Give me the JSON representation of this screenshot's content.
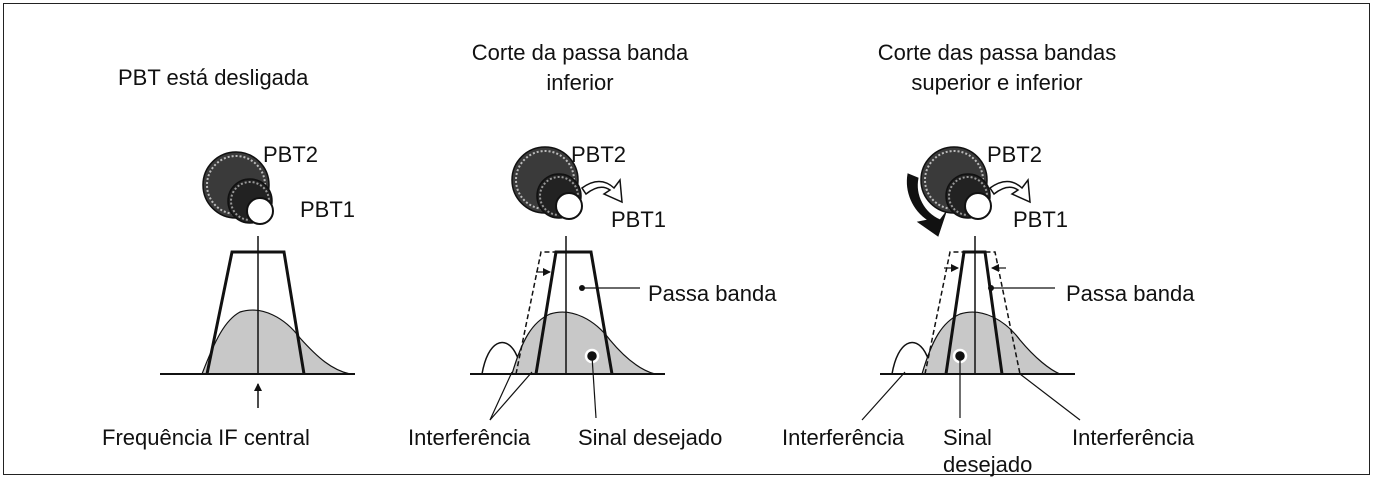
{
  "panels": [
    {
      "title_line1": "PBT está desligada",
      "title_line2": "",
      "knob_label_pbt2": "PBT2",
      "knob_label_pbt1": "PBT1",
      "bottom_label_center_freq": "Frequência IF central"
    },
    {
      "title_line1": "Corte da passa banda",
      "title_line2": "inferior",
      "knob_label_pbt2": "PBT2",
      "knob_label_pbt1": "PBT1",
      "passband_label": "Passa banda",
      "bottom_label_interference": "Interferência",
      "bottom_label_desired": "Sinal desejado"
    },
    {
      "title_line1": "Corte das passa bandas",
      "title_line2": "superior e inferior",
      "knob_label_pbt2": "PBT2",
      "knob_label_pbt1": "PBT1",
      "passband_label": "Passa banda",
      "bottom_label_interference_left": "Interferência",
      "bottom_label_desired_line1": "Sinal",
      "bottom_label_desired_line2": "desejado",
      "bottom_label_interference_right": "Interferência"
    }
  ],
  "colors": {
    "signal_fill": "#c8c8c8",
    "line": "#111111"
  }
}
